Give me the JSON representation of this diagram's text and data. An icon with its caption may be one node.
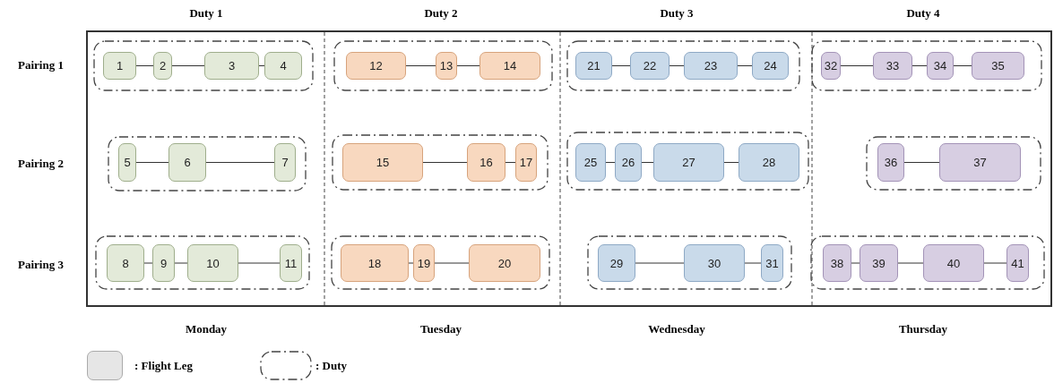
{
  "diagram": {
    "nodes": [
      {
        "text": [],
        "shape": "box"
      },
      {
        "text": [
          "1"
        ],
        "in": 0
      },
      {
        "text": [
          "2"
        ],
        "in": 0
      },
      {
        "text": [
          "3"
        ],
        "in": 0
      },
      {
        "text": [
          "4"
        ],
        "in": 0
      },
      {
        "text": [],
        "shape": "box"
      },
      {
        "text": [
          "12"
        ],
        "in": 5
      },
      {
        "text": [
          "13"
        ],
        "in": 5
      },
      {
        "text": [
          "14"
        ],
        "in": 5
      },
      {
        "text": [],
        "shape": "box"
      },
      {
        "text": [
          "21"
        ],
        "in": 9
      },
      {
        "text": [
          "22"
        ],
        "in": 9
      },
      {
        "text": [
          "23"
        ],
        "in": 9
      },
      {
        "text": [
          "24"
        ],
        "in": 9
      },
      {
        "text": [],
        "shape": "box"
      },
      {
        "text": [
          "32"
        ],
        "in": 14
      },
      {
        "text": [
          "33"
        ],
        "in": 14
      },
      {
        "text": [
          "34"
        ],
        "in": 14
      },
      {
        "text": [
          "35"
        ],
        "in": 14
      },
      {
        "text": [],
        "shape": "box"
      },
      {
        "text": [
          "5"
        ],
        "in": 19
      },
      {
        "text": [
          "6"
        ],
        "in": 19
      },
      {
        "text": [
          "7"
        ],
        "in": 19
      },
      {
        "text": [],
        "shape": "box"
      },
      {
        "text": [
          "15"
        ],
        "in": 23
      },
      {
        "text": [
          "16"
        ],
        "in": 23
      },
      {
        "text": [
          "17"
        ],
        "in": 23
      },
      {
        "text": [],
        "shape": "box"
      },
      {
        "text": [
          "25"
        ],
        "in": 27
      },
      {
        "text": [
          "26"
        ],
        "in": 27
      },
      {
        "text": [
          "27"
        ],
        "in": 27
      },
      {
        "text": [
          "28"
        ],
        "in": 27
      },
      {
        "text": [],
        "shape": "box"
      },
      {
        "text": [
          "36"
        ],
        "in": 32
      },
      {
        "text": [
          "37"
        ],
        "in": 32
      },
      {
        "text": [],
        "shape": "box"
      },
      {
        "text": [
          "8"
        ],
        "in": 35
      },
      {
        "text": [
          "9"
        ],
        "in": 35
      },
      {
        "text": [
          "10"
        ],
        "in": 35
      },
      {
        "text": [
          "11"
        ],
        "in": 35
      },
      {
        "text": [],
        "shape": "box"
      },
      {
        "text": [
          "18"
        ],
        "in": 40
      },
      {
        "text": [
          "19"
        ],
        "in": 40
      },
      {
        "text": [
          "20"
        ],
        "in": 40
      },
      {
        "text": [],
        "shape": "box"
      },
      {
        "text": [
          "29"
        ],
        "in": 44
      },
      {
        "text": [
          "30"
        ],
        "in": 44
      },
      {
        "text": [
          "31"
        ],
        "in": 44
      },
      {
        "text": [],
        "shape": "box"
      },
      {
        "text": [
          "38"
        ],
        "in": 48
      },
      {
        "text": [
          "39"
        ],
        "in": 48
      },
      {
        "text": [
          "40"
        ],
        "in": 48
      },
      {
        "text": [
          "41"
        ],
        "in": 48
      }
    ],
    "edges": [
      {
        "from": 1,
        "to": 2,
        "arrow": "none"
      },
      {
        "from": 2,
        "to": 3,
        "arrow": "none"
      },
      {
        "from": 3,
        "to": 4,
        "arrow": "none"
      },
      {
        "from": 6,
        "to": 7,
        "arrow": "none"
      },
      {
        "from": 7,
        "to": 8,
        "arrow": "none"
      },
      {
        "from": 10,
        "to": 11,
        "arrow": "none"
      },
      {
        "from": 11,
        "to": 12,
        "arrow": "none"
      },
      {
        "from": 12,
        "to": 13,
        "arrow": "none"
      },
      {
        "from": 15,
        "to": 16,
        "arrow": "none"
      },
      {
        "from": 16,
        "to": 17,
        "arrow": "none"
      },
      {
        "from": 17,
        "to": 18,
        "arrow": "none"
      },
      {
        "from": 20,
        "to": 21,
        "arrow": "none"
      },
      {
        "from": 21,
        "to": 22,
        "arrow": "none"
      },
      {
        "from": 24,
        "to": 25,
        "arrow": "none"
      },
      {
        "from": 25,
        "to": 26,
        "arrow": "none"
      },
      {
        "from": 28,
        "to": 29,
        "arrow": "none"
      },
      {
        "from": 29,
        "to": 30,
        "arrow": "none"
      },
      {
        "from": 30,
        "to": 31,
        "arrow": "none"
      },
      {
        "from": 33,
        "to": 34,
        "arrow": "none"
      },
      {
        "from": 36,
        "to": 37,
        "arrow": "none"
      },
      {
        "from": 37,
        "to": 38,
        "arrow": "none"
      },
      {
        "from": 38,
        "to": 39,
        "arrow": "none"
      },
      {
        "from": 41,
        "to": 42,
        "arrow": "none"
      },
      {
        "from": 42,
        "to": 43,
        "arrow": "none"
      },
      {
        "from": 45,
        "to": 46,
        "arrow": "none"
      },
      {
        "from": 46,
        "to": 47,
        "arrow": "none"
      },
      {
        "from": 49,
        "to": 50,
        "arrow": "none"
      },
      {
        "from": 50,
        "to": 51,
        "arrow": "none"
      },
      {
        "from": 51,
        "to": 52,
        "arrow": "none"
      }
    ],
    "labels": [
      "Duty 1",
      "Duty 2",
      "Duty 3",
      "Duty 4",
      "Pairing 1",
      "Pairing 2",
      "Pairing 3",
      "Monday",
      "Tuesday",
      "Wednesday",
      "Thursday"
    ],
    "legend": [
      {
        "text": ": Flight Leg"
      },
      {
        "text": ": Duty"
      }
    ]
  }
}
